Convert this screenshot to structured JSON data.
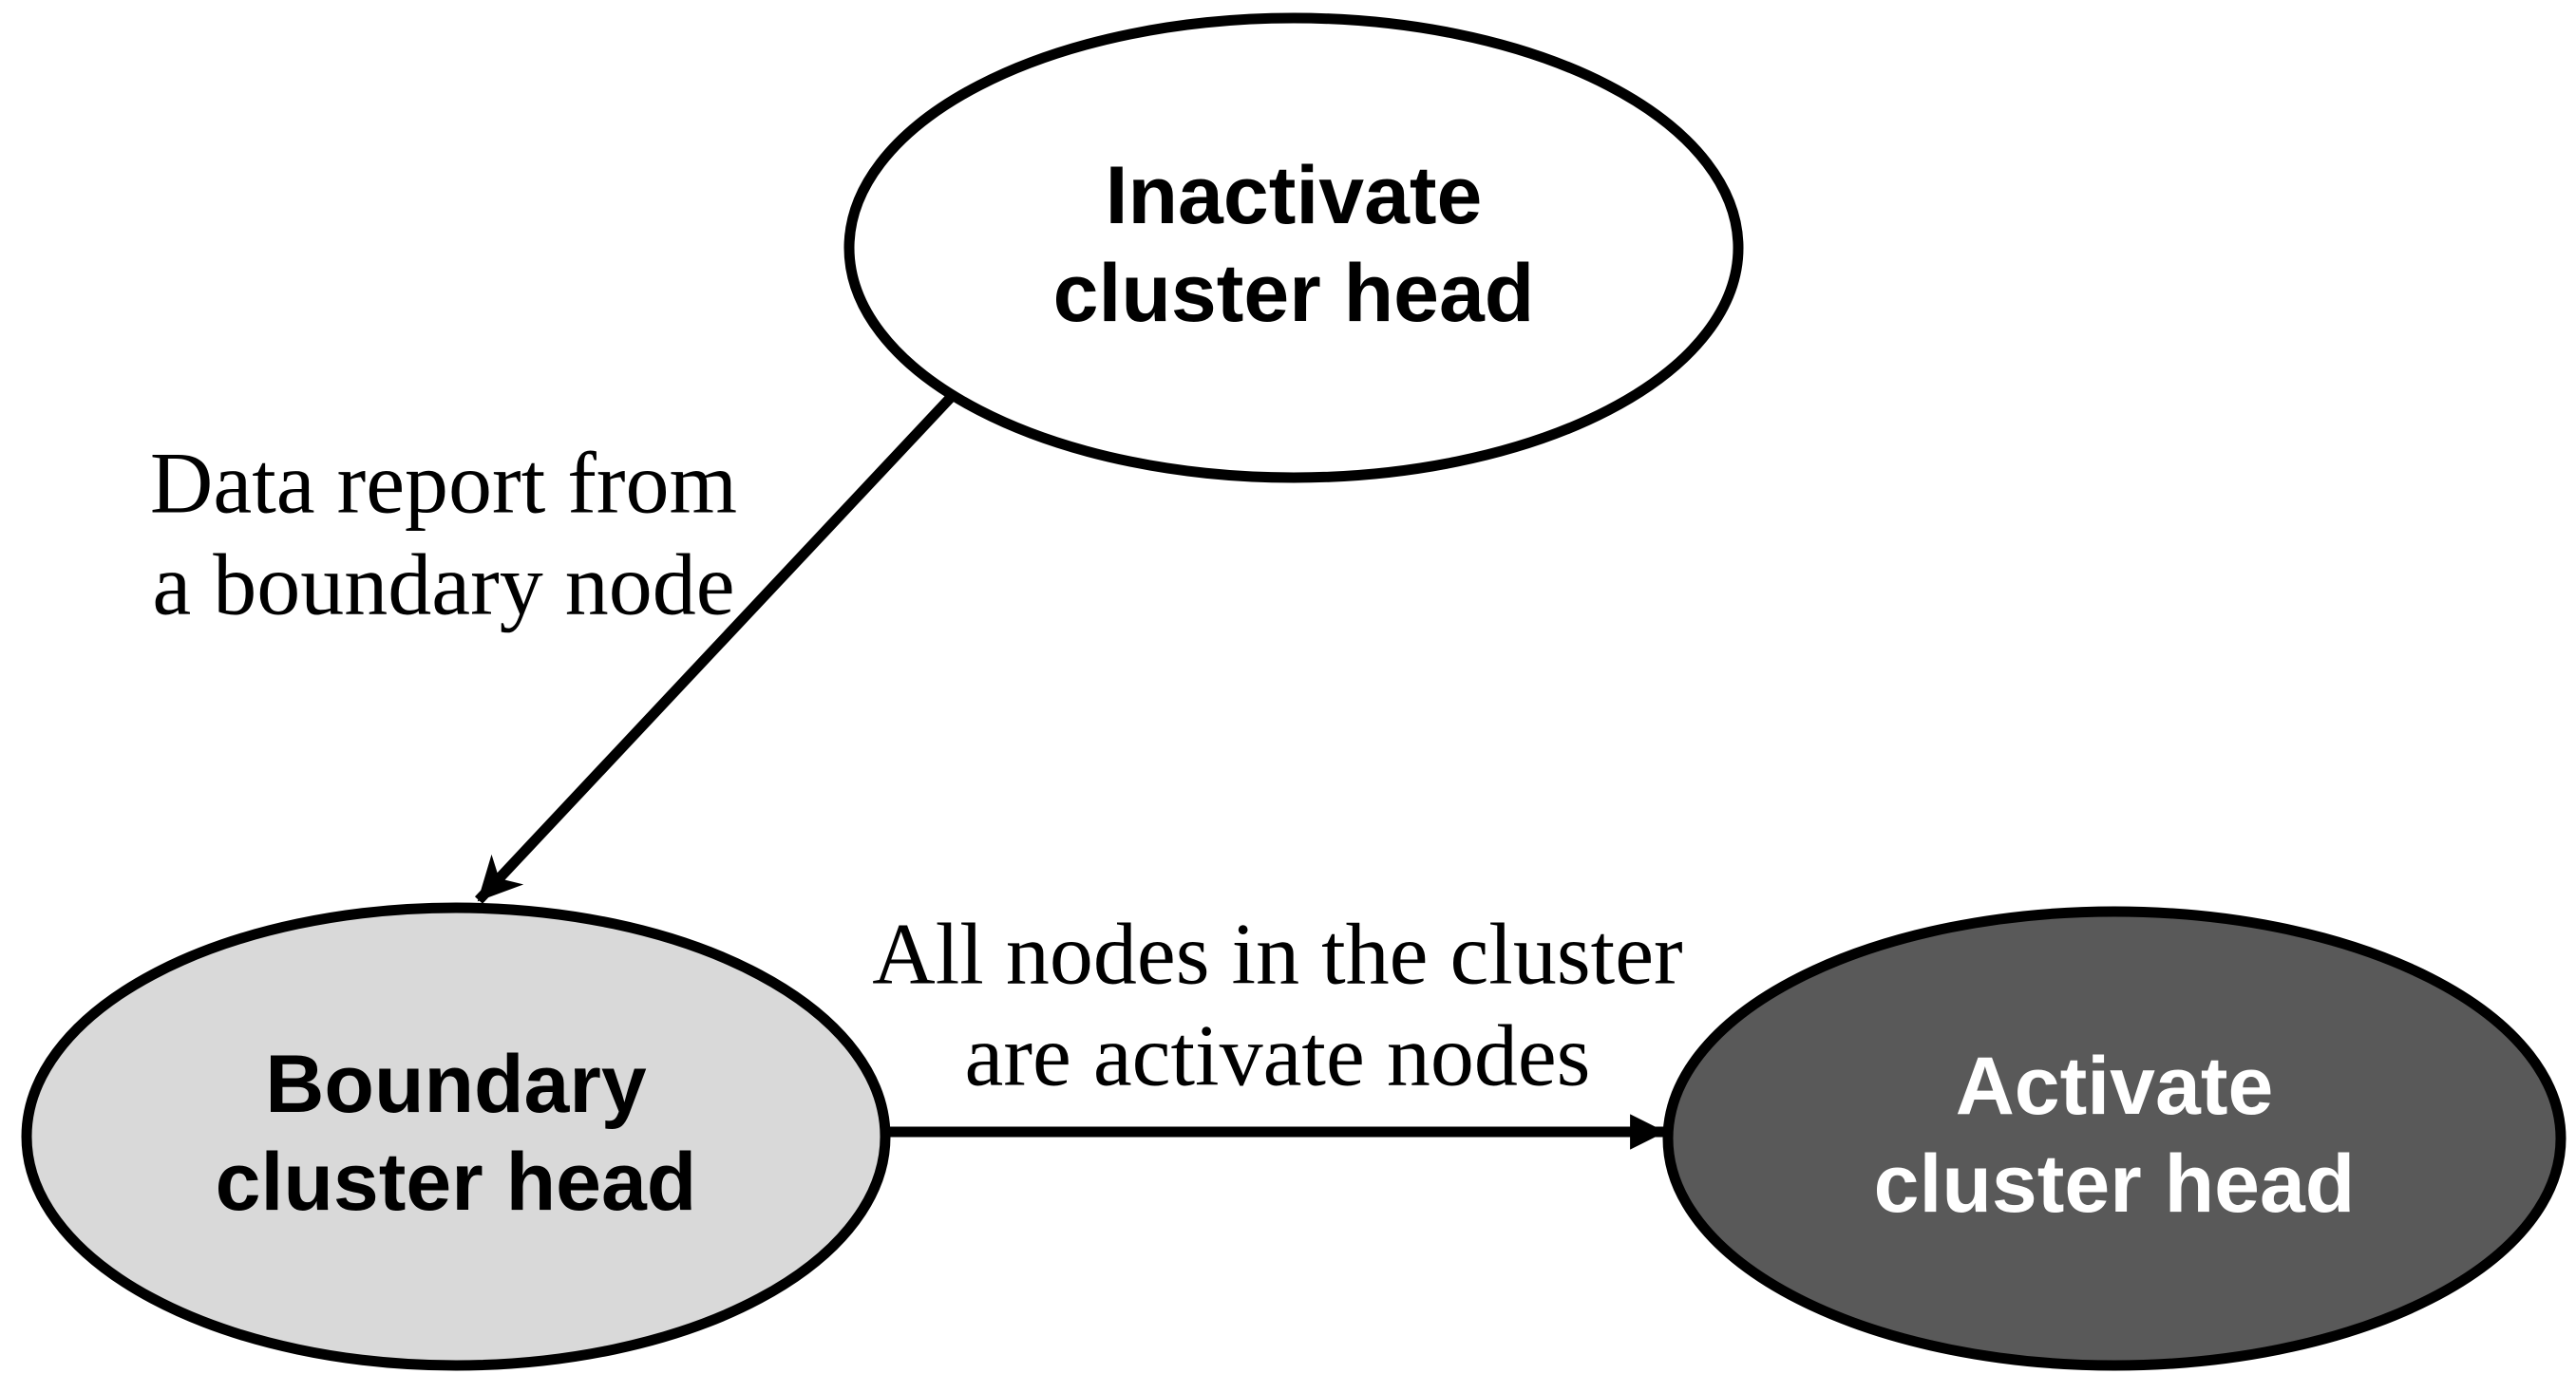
{
  "figure": {
    "background_color": "#ffffff",
    "stroke_color": "#000000",
    "nodes": [
      {
        "id": "inactivate-cluster-head",
        "line1": "Inactivate",
        "line2": "cluster head",
        "fill": "#ffffff",
        "text_color": "#000000"
      },
      {
        "id": "boundary-cluster-head",
        "line1": "Boundary",
        "line2": "cluster head",
        "fill": "#d9d9d9",
        "text_color": "#000000"
      },
      {
        "id": "activate-cluster-head",
        "line1": "Activate",
        "line2": "cluster head",
        "fill": "#595959",
        "text_color": "#ffffff"
      }
    ],
    "edges": [
      {
        "from": "inactivate-cluster-head",
        "to": "boundary-cluster-head",
        "label_line1": "Data report from",
        "label_line2": "a boundary node",
        "arrowhead": "stealth"
      },
      {
        "from": "boundary-cluster-head",
        "to": "activate-cluster-head",
        "label_line1": "All nodes in the cluster",
        "label_line2": "are activate nodes",
        "arrowhead": "triangle"
      }
    ]
  }
}
